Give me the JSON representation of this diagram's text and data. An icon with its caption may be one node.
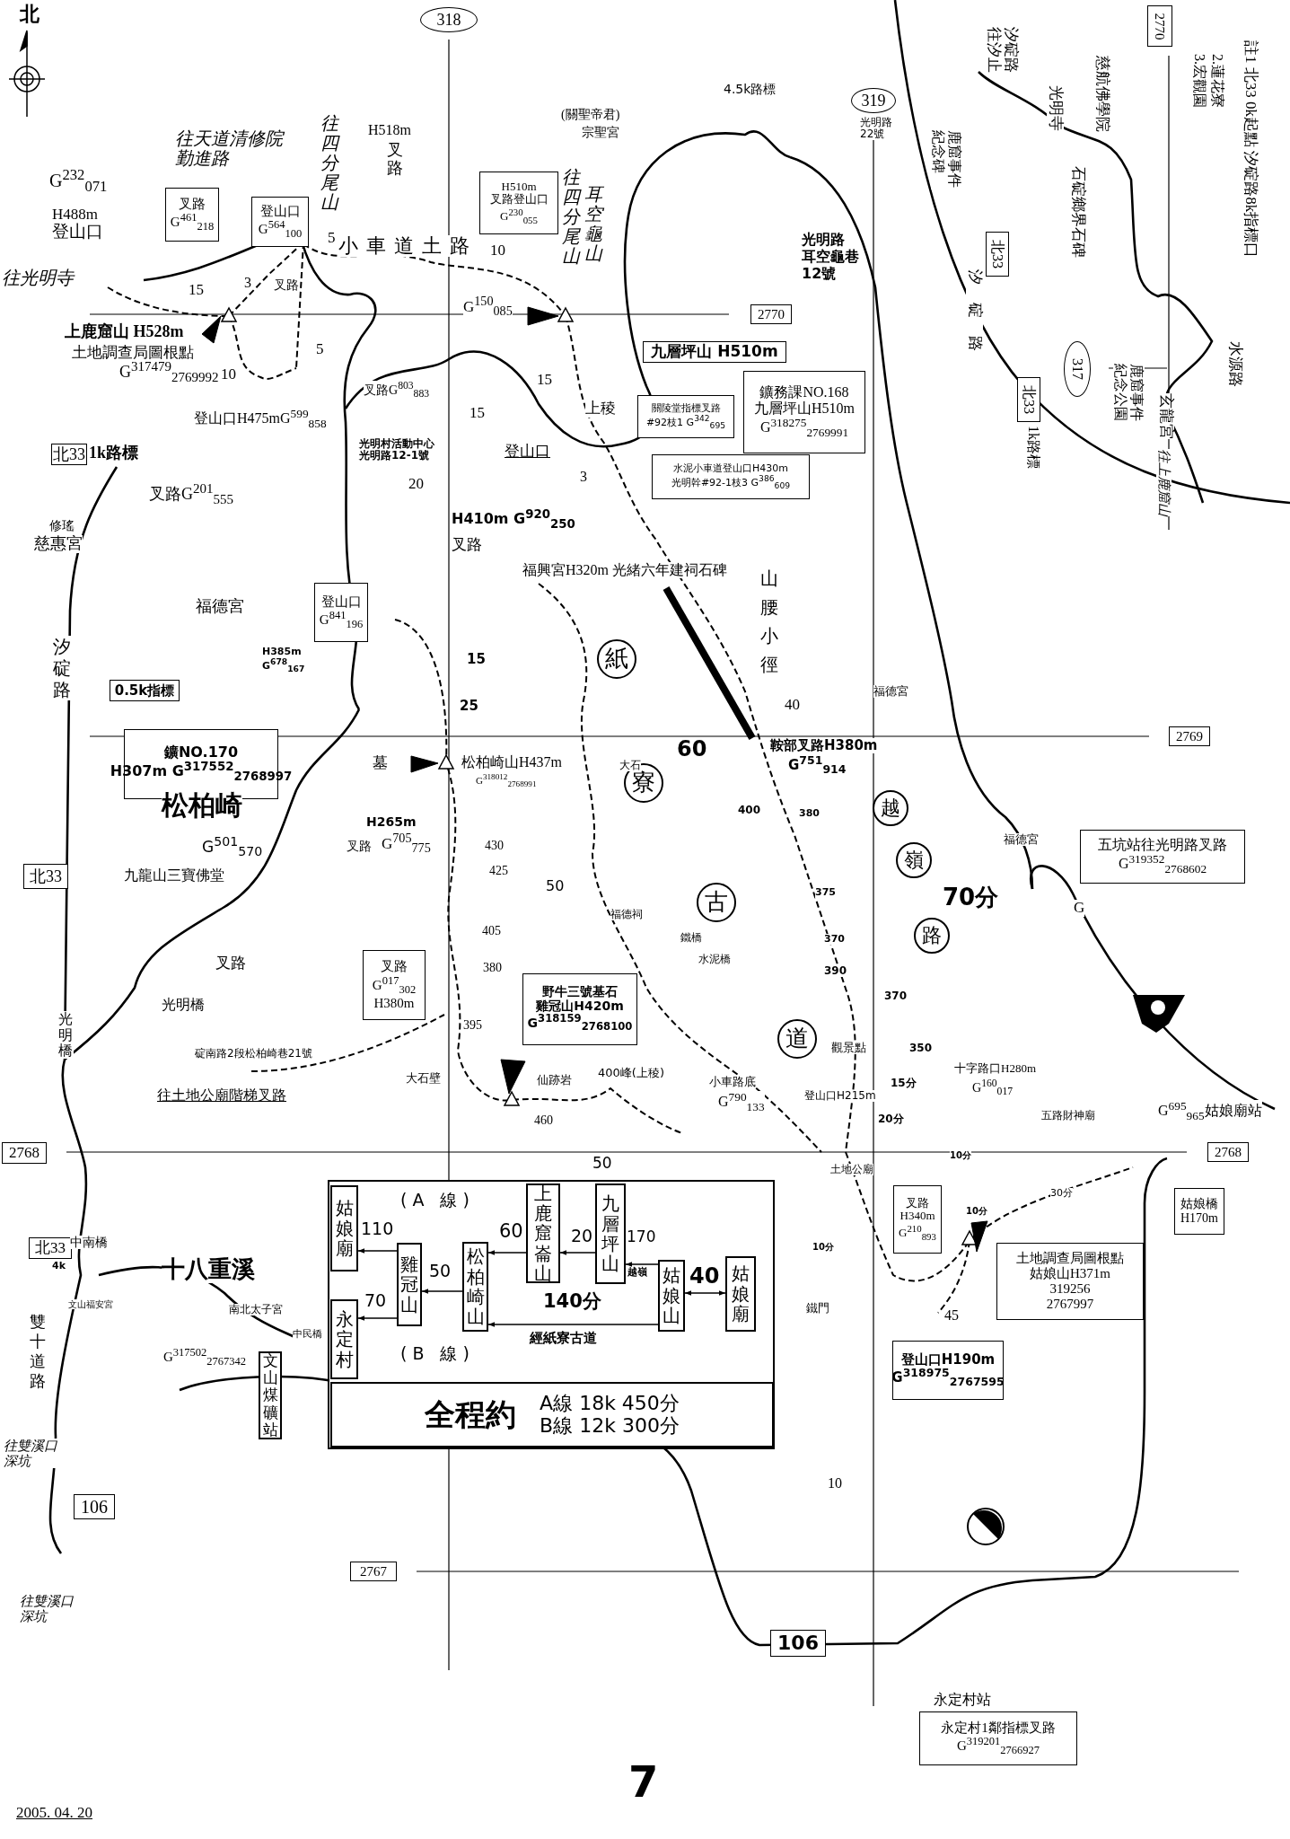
{
  "diagram": {
    "nodes": [
      {
        "text": [
          "姑娘廟"
        ]
      },
      {
        "text": [
          "雞冠山"
        ]
      },
      {
        "text": [
          "松柏崎山"
        ]
      },
      {
        "text": [
          "上鹿窟崙山"
        ]
      },
      {
        "text": [
          "九層坪山"
        ]
      },
      {
        "text": [
          "姑娘山"
        ]
      },
      {
        "text": [
          "姑娘廟"
        ]
      },
      {
        "text": [
          "永定村"
        ]
      },
      {
        "text": [
          "全程約",
          "A線 18k 450分",
          "B線 12k 300分"
        ]
      },
      {
        "text": [
          "318"
        ]
      },
      {
        "text": [
          "叉路",
          "G$^{461}$$_{218}$"
        ]
      },
      {
        "text": [
          "登山口",
          "G$^{564}$$_{100}$"
        ]
      },
      {
        "text": [
          "H510m",
          "叉路登山口",
          "G$^{230}$$_{055}$"
        ]
      },
      {
        "text": [
          "2770"
        ]
      },
      {
        "text": [
          "九層坪山 H510m"
        ]
      },
      {
        "text": [
          "鑛務課NO.168",
          "九層坪山H510m",
          "G$^{318275}$$_{2769991}$"
        ]
      },
      {
        "text": [
          "關陵堂指標叉路",
          "#92枝1 G$^{342}$$_{695}$"
        ]
      },
      {
        "text": [
          "水泥小車道登山口H430m",
          "光明幹#92-1枝3 G$^{386}$$_{609}$"
        ]
      },
      {
        "text": [
          "319"
        ]
      },
      {
        "text": [
          "北33"
        ],
        "beside": [
          "1k路標"
        ]
      },
      {
        "text": [
          "0.5k指標"
        ]
      },
      {
        "text": [
          "登山口",
          "G$^{841}$$_{196}$"
        ]
      },
      {
        "text": [
          "鑛NO.170",
          "H307m G$^{317552}$$_{2768997}$"
        ]
      },
      {
        "text": [
          "北33"
        ]
      },
      {
        "text": [
          "紙"
        ]
      },
      {
        "text": [
          "寮"
        ]
      },
      {
        "text": [
          "古"
        ]
      },
      {
        "text": [
          "道"
        ]
      },
      {
        "text": [
          "越"
        ]
      },
      {
        "text": [
          "嶺"
        ]
      },
      {
        "text": [
          "路"
        ]
      },
      {
        "text": [
          "2769"
        ]
      },
      {
        "text": [
          "五坑站往光明路叉路",
          "G$^{319352}$$_{2768602}$"
        ]
      },
      {
        "text": [
          "叉路",
          "G$^{017}$$_{302}$",
          "H380m"
        ]
      },
      {
        "text": [
          "野牛三號基石",
          "雞冠山H420m",
          "G$^{318159}$$_{2768100}$"
        ]
      },
      {
        "text": [
          "2768"
        ]
      },
      {
        "text": [
          "2768"
        ]
      },
      {
        "text": [
          "姑娘橋",
          "H170m"
        ]
      },
      {
        "text": [
          "叉路",
          "H340m",
          "G$^{210}$$_{893}$"
        ]
      },
      {
        "text": [
          "土地調查局圖根點",
          "姑娘山H371m",
          "319256",
          "2767997"
        ]
      },
      {
        "text": [
          "登山口H190m",
          "G$^{318975}$$_{2767595}$"
        ]
      },
      {
        "text": [
          "北33"
        ]
      },
      {
        "text": [
          "106"
        ]
      },
      {
        "text": [
          "文山煤礦站"
        ]
      },
      {
        "text": [
          "2767"
        ]
      },
      {
        "text": [
          "106"
        ]
      },
      {
        "text": [
          "永定村1鄰指標叉路",
          "G$^{319201}$$_{2766927}$"
        ],
        "beside": [
          "永定村站"
        ]
      },
      {
        "text": [
          "2770"
        ]
      },
      {
        "text": [
          "北33"
        ]
      },
      {
        "text": [
          "北33"
        ],
        "beside": [
          "1k路標"
        ]
      },
      {
        "text": [
          "317"
        ]
      }
    ],
    "edges": [
      {
        "from": 6,
        "to": 5,
        "arrow": "both",
        "label": "40"
      },
      {
        "from": 5,
        "to": 4,
        "arrow": "to",
        "label": "170"
      },
      {
        "from": 4,
        "to": 3,
        "arrow": "to",
        "label": "20"
      },
      {
        "from": 3,
        "to": 2,
        "arrow": "to",
        "label": "60"
      },
      {
        "from": 2,
        "to": 1,
        "arrow": "to",
        "label": "50"
      },
      {
        "from": 1,
        "to": 0,
        "arrow": "to",
        "label": "110"
      },
      {
        "from": 1,
        "to": 7,
        "arrow": "to",
        "label": "70"
      },
      {
        "from": 5,
        "to": 2,
        "arrow": "to",
        "label": "140分"
      }
    ],
    "labels": [
      "北",
      "往天道清修院勤進路",
      "往四分尾山",
      "H518m",
      "叉路",
      "G$^{232}$$_{071}$",
      "H488m",
      "登山口",
      "往光明寺",
      "5",
      "小車道土路",
      "15",
      "3",
      "叉路",
      "上鹿窟山 H528m",
      "土地調查局圖根點",
      "G$^{317479}$$_{2769992}$",
      "10",
      "5",
      "登山口H475mG$^{599}$$_{858}$",
      "叉路G$^{803}$$_{883}$",
      "光明村活動中心光明路12-1號",
      "20",
      "15",
      "往四分尾山",
      "耳空龜山",
      "10",
      "G$^{150}$$_{085}$",
      "15",
      "上稜",
      "登山口",
      "3",
      "叉路G$^{201}$$_{555}$",
      "修瑤",
      "慈惠宮",
      "H410m G$^{920}$$_{250}$",
      "叉路",
      "(關聖帝君)",
      "宗聖宮",
      "4.5k路標",
      "光明路22號",
      "光明路",
      "福興宮H320m 光緒六年建祠石碑",
      "山腰小徑",
      "40",
      "60",
      "鞍部叉路H380m",
      "G$^{751}$$_{914}$",
      "70分",
      "400",
      "380",
      "375",
      "370",
      "390",
      "370",
      "350",
      "觀景點",
      "15分",
      "20分",
      "十字路口H280m",
      "G$^{160}$$_{017}$",
      "五路財神廟",
      "G$^{695}$$_{965}$姑娘廟站",
      "福德宮",
      "福德宮",
      "G",
      "大石",
      "福德祠",
      "鐵橋",
      "水泥橋",
      "小車路底",
      "G$^{790}$$_{133}$",
      "登山口H215m",
      "400峰(上稜)",
      "仙跡岩",
      "460",
      "大石壁",
      "50",
      "土地公廟",
      "10分",
      "30分",
      "10分",
      "10分",
      "鐵門",
      "45",
      "10",
      "2005. 04. 20",
      "7",
      "十八重溪",
      "中南橋",
      "文山福安宮",
      "4k",
      "雙十道路",
      "往雙溪口深坑",
      "南北太子宮",
      "中民橋",
      "G$^{317502}$$_{2767342}$",
      "往雙溪口深坑",
      "往土地公廟階梯叉路",
      "碇南路2段松柏崎巷21號",
      "光明橋",
      "光明橋",
      "叉路",
      "九龍山三寶佛堂",
      "G$^{501}$$_{570}$",
      "松柏崎",
      "福德宮",
      "H385m G$^{678}$$_{167}$",
      "汐碇路",
      "15",
      "25",
      "墓",
      "松柏崎山H437m",
      "G$^{318012}$$_{2768991}$",
      "H265m",
      "叉路",
      "G$^{705}$$_{775}$",
      "430",
      "425",
      "405",
      "380",
      "395",
      "50",
      "汐碇路往汐止",
      "鹿窟事件紀念碑",
      "光明寺",
      "慈航佛學院",
      "石碇鄉界石碑",
      "汐碇路",
      "水源路",
      "鹿窟事件紀念公園",
      "玄龍宮",
      "往上鹿窟山",
      "註1 北33 0k起點 汐碇路8k指標口",
      "3.宏觀園",
      "2.蓮花寮",
      "(A 線)",
      "越嶺",
      "經紙寮古道",
      "(B 線)",
      "耳空龜巷",
      "12號"
    ]
  }
}
